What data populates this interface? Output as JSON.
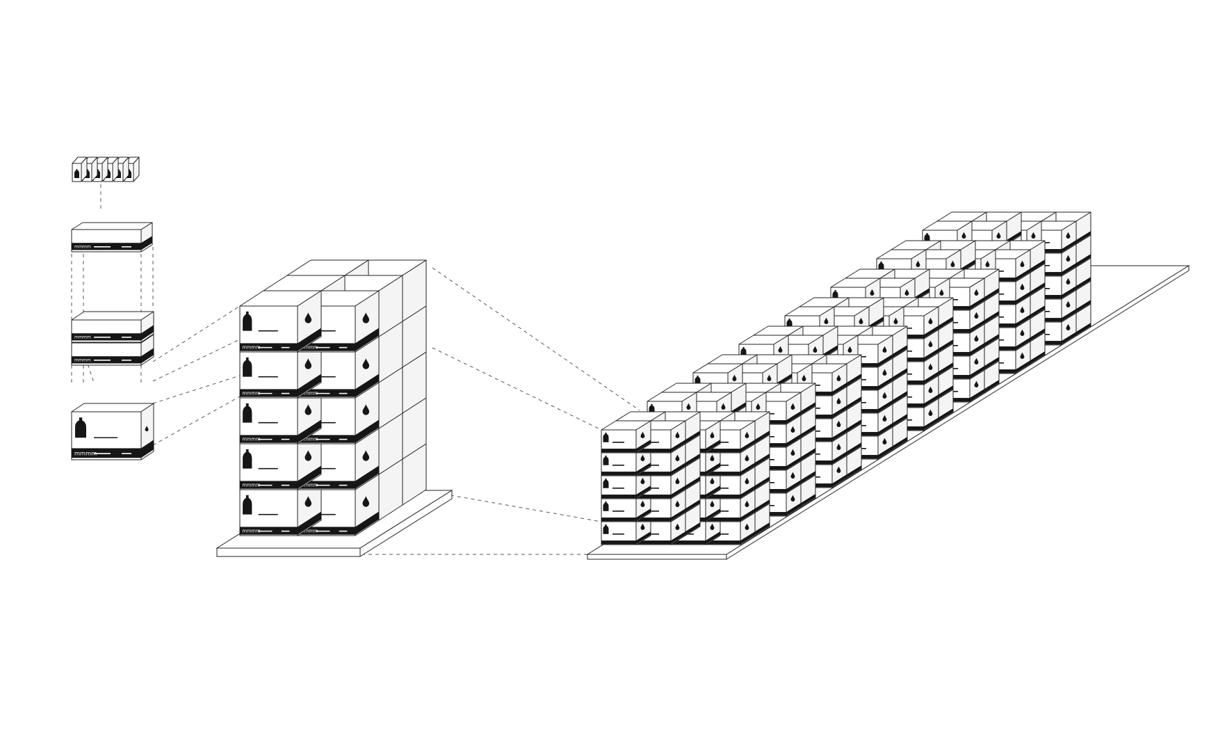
{
  "diagram": {
    "stages": [
      {
        "id": "bottle-pack",
        "count": 6
      },
      {
        "id": "single-box",
        "count": 1
      },
      {
        "id": "box-stack",
        "count": 2
      },
      {
        "id": "box-detail",
        "count": 1
      },
      {
        "id": "pallet",
        "columns": 2,
        "rows": 5
      },
      {
        "id": "pallet-row",
        "pallets": 8,
        "lanes": 2
      }
    ],
    "box_mark": "mmmm",
    "colors": {
      "ink": "#161616",
      "line": "#222222",
      "paper": "#ffffff"
    }
  }
}
